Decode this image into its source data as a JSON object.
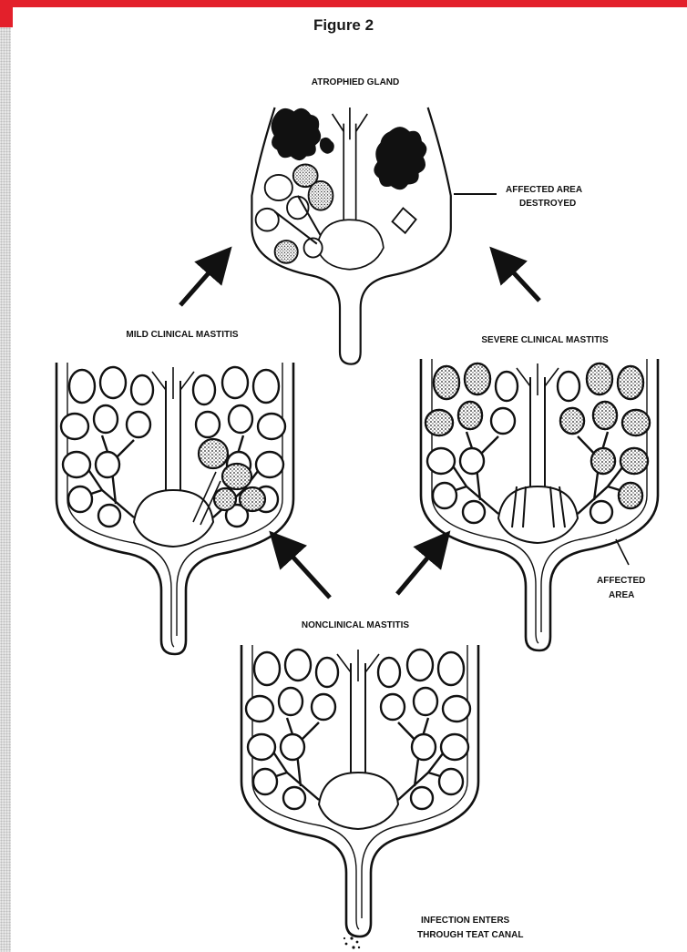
{
  "figure_title": "Figure 2",
  "stages": {
    "atrophied": "ATROPHIED GLAND",
    "mild": "MILD CLINICAL MASTITIS",
    "severe": "SEVERE CLINICAL MASTITIS",
    "nonclinical": "NONCLINICAL MASTITIS"
  },
  "annotations": {
    "destroyed_line1": "AFFECTED AREA",
    "destroyed_line2": "DESTROYED",
    "affected_line1": "AFFECTED",
    "affected_line2": "AREA",
    "infection_line1": "INFECTION ENTERS",
    "infection_line2": "THROUGH TEAT CANAL"
  },
  "colors": {
    "accent_bar": "#e3202b",
    "ink": "#111111"
  }
}
